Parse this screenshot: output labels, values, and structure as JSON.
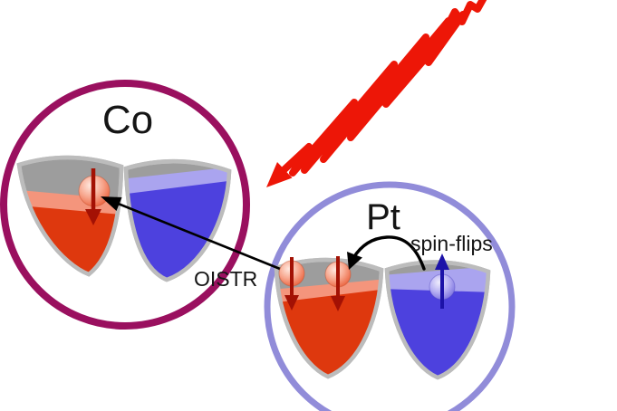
{
  "figure": {
    "type": "physics-schematic",
    "labels": {
      "co_atom": "Co",
      "pt_atom": "Pt",
      "spin_flips": "spin-flips",
      "oistr": "OISTR"
    },
    "colors": {
      "co_ring": "#9a105f",
      "pt_ring": "#918cd9",
      "majority_spin_fill": "#de380e",
      "majority_spin_surface": "#f4957c",
      "minority_spin_fill": "#4d41de",
      "minority_spin_surface": "#aaa4ef",
      "well_gray": "#9d9d9d",
      "well_rim_gray": "#bcbcbc",
      "laser_red": "#ed1607",
      "spin_down_arrow": "#a31104",
      "spin_up_arrow": "#1c12a8",
      "annotation": "#000000"
    },
    "icons": {
      "laser_pulse": "laser-pulse-icon",
      "spin_down_electron": "spin-down-electron-icon",
      "spin_up_electron": "spin-up-electron-icon",
      "oistr_arrow": "oistr-transfer-arrow-icon",
      "spin_flip_arrow": "spin-flip-curved-arrow-icon"
    }
  }
}
